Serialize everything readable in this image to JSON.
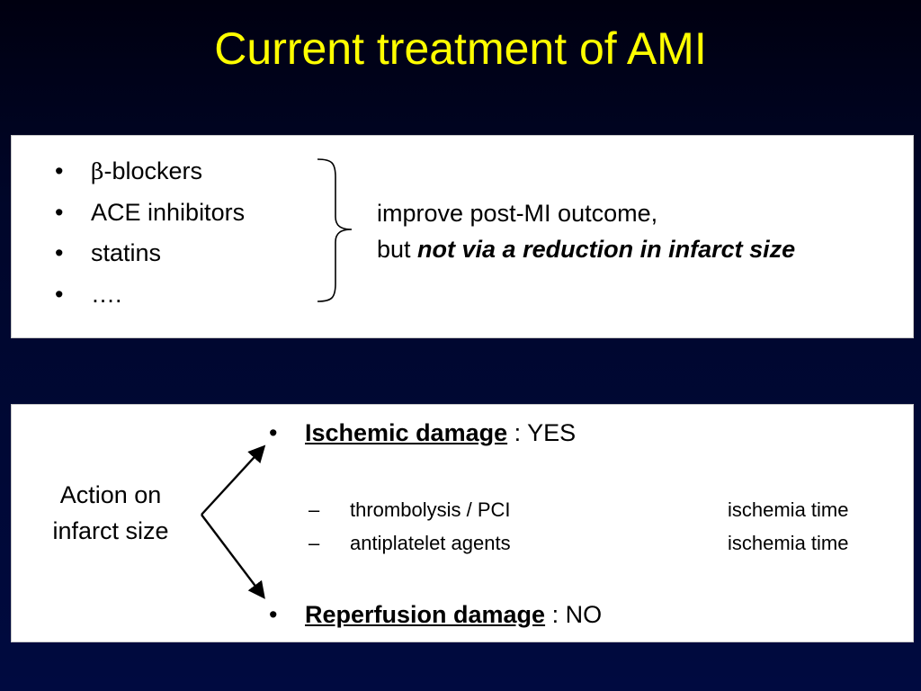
{
  "title": "Current treatment of AMI",
  "top_panel": {
    "bullet": "•",
    "items": [
      {
        "prefix": "β",
        "text": "-blockers"
      },
      {
        "prefix": "",
        "text": "ACE inhibitors"
      },
      {
        "prefix": "",
        "text": "statins"
      },
      {
        "prefix": "",
        "text": "…."
      }
    ],
    "outcome_line1": "improve post-MI outcome,",
    "outcome_line2_prefix": "but ",
    "outcome_line2_emphasis": "not via a reduction in infarct size"
  },
  "bottom_panel": {
    "action_label_line1": "Action on",
    "action_label_line2": "infarct size",
    "bullet": "•",
    "dash": "–",
    "ischemic": {
      "label": "Ischemic damage",
      "value": " : YES"
    },
    "sub_items": [
      {
        "left": "thrombolysis / PCI",
        "right": "ischemia time"
      },
      {
        "left": "antiplatelet agents",
        "right": "ischemia time"
      }
    ],
    "reperfusion": {
      "label": "Reperfusion damage",
      "value": " :   NO"
    }
  }
}
